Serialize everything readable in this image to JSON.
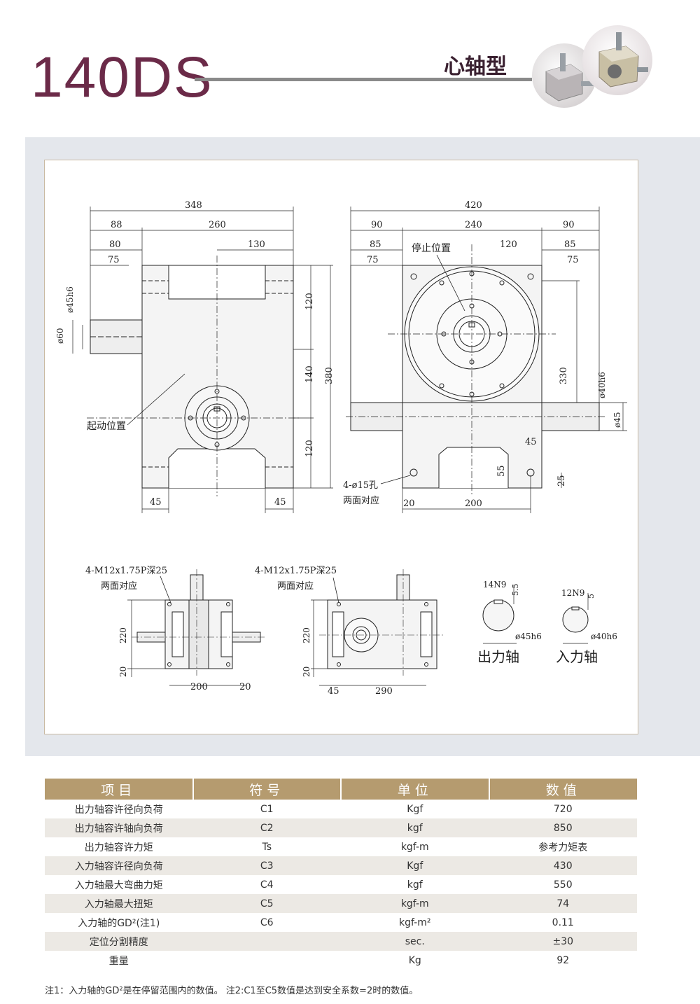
{
  "header": {
    "model": "140DS",
    "type_label": "心轴型"
  },
  "drawing": {
    "front_dims": [
      "348",
      "88",
      "260",
      "80",
      "130",
      "75",
      "45",
      "45",
      "120",
      "140",
      "120",
      "380"
    ],
    "front_side_labels": [
      "ø45h6",
      "ø60"
    ],
    "front_callout": "起动位置",
    "side_dims": [
      "420",
      "90",
      "240",
      "90",
      "85",
      "120",
      "85",
      "75",
      "75",
      "20",
      "200",
      "45",
      "55",
      "25",
      "330"
    ],
    "side_side_labels": [
      "ø40h6",
      "ø45"
    ],
    "side_callout": "停止位置",
    "side_hole_note": [
      "4-ø15孔",
      "两面对应"
    ],
    "top_left": {
      "note": [
        "4-M12x1.75P深25",
        "两面对应"
      ],
      "dims": [
        "220",
        "20",
        "200",
        "20"
      ]
    },
    "top_right": {
      "note": [
        "4-M12x1.75P深25",
        "两面对应"
      ],
      "dims": [
        "220",
        "20",
        "45",
        "290"
      ]
    },
    "output_shaft": {
      "keyway": "14N9",
      "depth": "5.5",
      "diameter": "ø45h6",
      "label": "出力轴"
    },
    "input_shaft": {
      "keyway": "12N9",
      "depth": "5",
      "diameter": "ø40h6",
      "label": "入力轴"
    }
  },
  "table": {
    "headers": [
      "项目",
      "符号",
      "单位",
      "数值"
    ],
    "rows": [
      {
        "item": "出力轴容许径向负荷",
        "symbol": "C1",
        "unit": "Kgf",
        "value": "720"
      },
      {
        "item": "出力轴容许轴向负荷",
        "symbol": "C2",
        "unit": "kgf",
        "value": "850"
      },
      {
        "item": "出力轴容许力矩",
        "symbol": "Ts",
        "unit": "kgf-m",
        "value": "参考力矩表"
      },
      {
        "item": "入力轴容许径向负荷",
        "symbol": "C3",
        "unit": "Kgf",
        "value": "430"
      },
      {
        "item": "入力轴最大弯曲力矩",
        "symbol": "C4",
        "unit": "kgf",
        "value": "550"
      },
      {
        "item": "入力轴最大扭矩",
        "symbol": "C5",
        "unit": "kgf-m",
        "value": "74"
      },
      {
        "item": "入力轴的GD²(注1)",
        "symbol": "C6",
        "unit": "kgf-m²",
        "value": "0.11"
      },
      {
        "item": "定位分割精度",
        "symbol": "",
        "unit": "sec.",
        "value": "±30"
      },
      {
        "item": "重量",
        "symbol": "",
        "unit": "Kg",
        "value": "92"
      }
    ]
  },
  "notes": "注1：入力轴的GD²是在停留范围内的数值。  注2:C1至C5数值是达到安全系数=2时的数值。"
}
